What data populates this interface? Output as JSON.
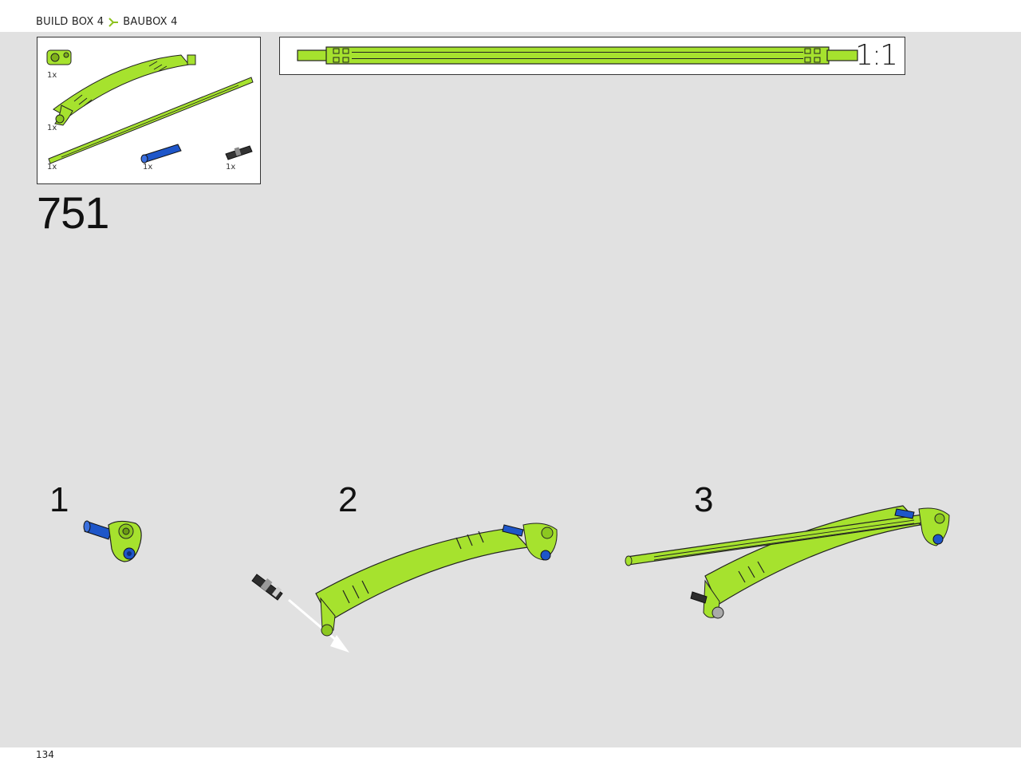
{
  "header": {
    "breadcrumb_en": "BUILD BOX 4",
    "breadcrumb_de": "BAUBOX 4"
  },
  "parts_list": {
    "items": [
      {
        "name": "lime-connector",
        "qty": "1x"
      },
      {
        "name": "lime-curved-panel",
        "qty": "1x"
      },
      {
        "name": "lime-axle-long",
        "qty": "1x"
      },
      {
        "name": "blue-pin",
        "qty": "1x"
      },
      {
        "name": "black-pin",
        "qty": "1x"
      }
    ]
  },
  "scale": {
    "label": "1:1"
  },
  "step": {
    "number": "751",
    "substeps": [
      "1",
      "2",
      "3"
    ]
  },
  "footer": {
    "page_number": "134"
  },
  "colors": {
    "lime": "#a6e22e",
    "blue": "#1e56c9",
    "canvas": "#e1e1e1"
  }
}
